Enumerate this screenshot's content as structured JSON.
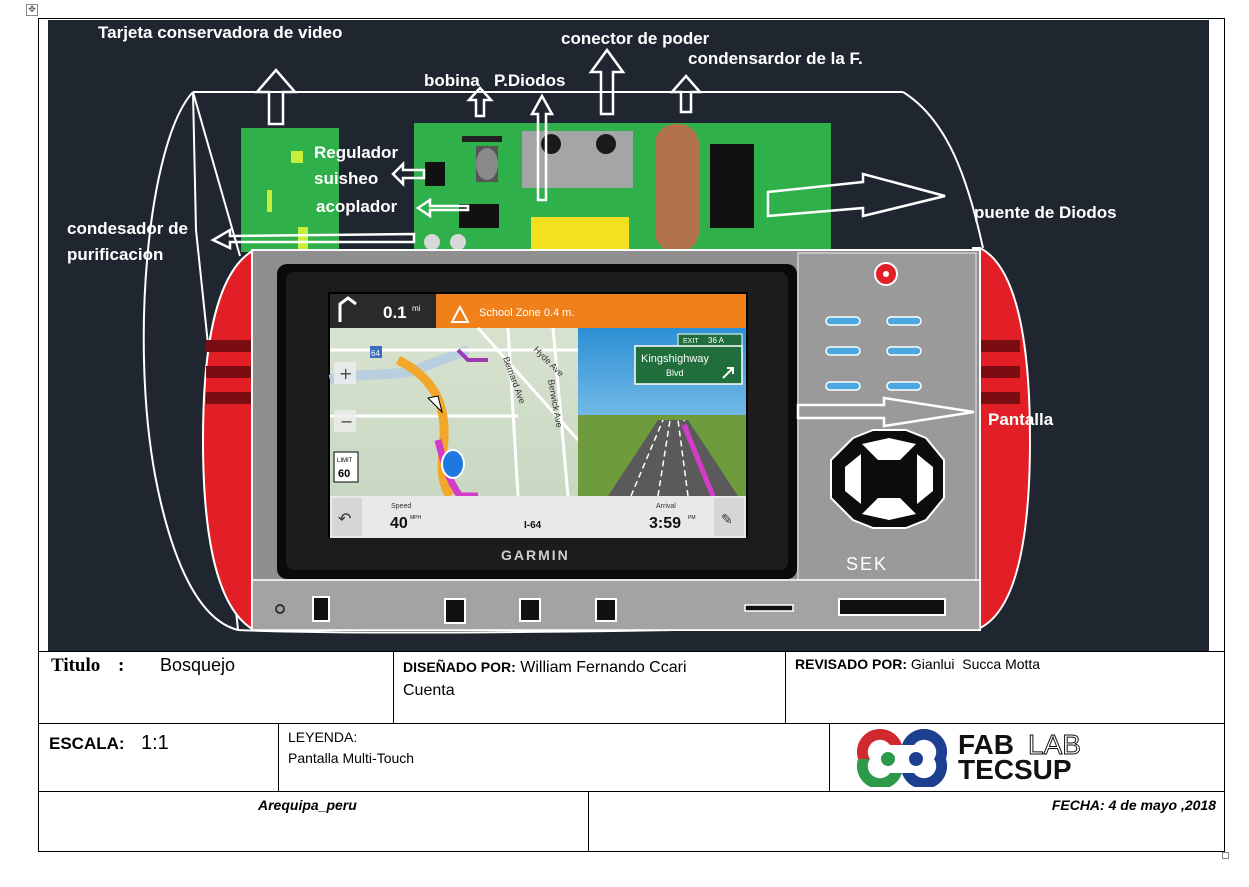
{
  "drawing": {
    "labels": {
      "video_card": "Tarjeta conservadora de video",
      "power_connector": "conector de poder",
      "filter_capacitor": "condensardor de la F.",
      "coil": "bobina",
      "diode_p": "P.Diodos",
      "regulator_line1": "Regulador",
      "regulator_line2": "suisheo",
      "coupler": "acoplador",
      "purif_line1": "condesador de",
      "purif_line2": "purificacion",
      "diode_bridge": "puente de Diodos",
      "screen_label": "Pantalla"
    },
    "gps": {
      "distance": "0.1",
      "distance_unit": "mi",
      "zone_text": "School Zone 0.4 m.",
      "sign_line1": "Kingshighway",
      "sign_line2": "Blvd",
      "sign_top": "EXIT",
      "sign_top_num": "36 A",
      "limit_label": "LIMIT",
      "limit_value": "60",
      "speed_label": "Speed",
      "speed_value": "40",
      "speed_unit": "MPH",
      "road_name": "I-64",
      "arrival_label": "Arrival",
      "arrival_value": "3:59",
      "arrival_unit": "PM",
      "brand": "GARMIN",
      "street1": "Bernard Ave",
      "street2": "Hyde Ave",
      "street3": "Berwick Ave",
      "shield": "64"
    },
    "device_brand": "SEK"
  },
  "title_block": {
    "title_key": "Titulo",
    "title_sep": ":",
    "title_value": "Bosquejo",
    "designed_key": "DISEÑADO POR:",
    "designed_value": "William Fernando Ccari",
    "designed_value2": "Cuenta",
    "reviewed_key": "REVISADO POR:",
    "reviewed_value": "Gianlui  Succa Motta",
    "scale_key": "ESCALA:",
    "scale_value": "1:1",
    "legend_key": "LEYENDA:",
    "legend_value": "Pantalla Multi-Touch",
    "logo_top": "FAB",
    "logo_top_light": "LAB",
    "logo_bottom": "TECSUP",
    "city": "Arequipa_peru",
    "date_key": "FECHA:",
    "date_value": "4 de mayo ,2018"
  },
  "colors": {
    "background": "#20262f",
    "pcb_green": "#2fb04a",
    "casing_red": "#e21f26",
    "casing_gray": "#8f8f8f",
    "nav_orange": "#f0801a",
    "sign_green": "#1f6e3b",
    "logo_blue": "#1d3f8f",
    "logo_red": "#d02a2f",
    "logo_green": "#2d9a4a"
  }
}
